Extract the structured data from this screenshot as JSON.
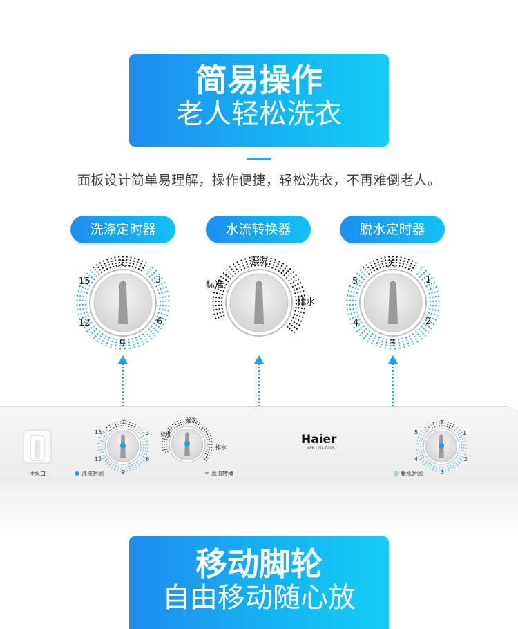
{
  "banner_top": {
    "title": "简易操作",
    "subtitle": "老人轻松洗衣"
  },
  "description": "面板设计简单易理解，操作便捷，轻松洗衣，不再难倒老人。",
  "dials": [
    {
      "pill": "洗涤定时器",
      "labels": {
        "top": "关",
        "ur": "3",
        "lr": "6",
        "bottom": "9",
        "ll": "12",
        "ul": "15"
      }
    },
    {
      "pill": "水流转换器",
      "labels": {
        "top": "强洗",
        "left": "标准",
        "right": "排水"
      }
    },
    {
      "pill": "脱水定时器",
      "labels": {
        "top": "关",
        "ur": "1",
        "lr": "2",
        "bottom": "3",
        "ll": "4",
        "ul": "5"
      }
    }
  ],
  "panel": {
    "inlet_label": "注水口",
    "wash_label": "洗涤时间",
    "flow_label": "水流转换",
    "spin_label": "脱水时间",
    "brand": "Haier",
    "model": "XPB120-729S"
  },
  "banner_bottom": {
    "title": "移动脚轮",
    "subtitle": "自由移动随心放"
  },
  "colors": {
    "accent": "#1fa0f0",
    "dot_blue": "#2aa3ef",
    "dot_black": "#111111"
  }
}
